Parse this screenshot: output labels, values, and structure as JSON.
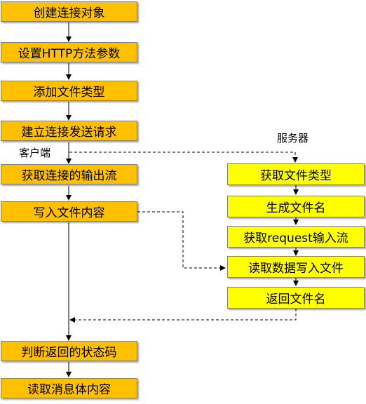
{
  "client": {
    "label": "客户端",
    "steps": [
      "创建连接对象",
      "设置HTTP方法参数",
      "添加文件类型",
      "建立连接发送请求",
      "获取连接的输出流",
      "写入文件内容",
      "判断返回的状态码",
      "读取消息体内容"
    ]
  },
  "server": {
    "label": "服务器",
    "steps": [
      "获取文件类型",
      "生成文件名",
      "获取request输入流",
      "读取数据写入文件",
      "返回文件名"
    ]
  },
  "colors": {
    "client_box": "#ffc000",
    "server_box": "#ffff00",
    "arrow": "#000000"
  }
}
